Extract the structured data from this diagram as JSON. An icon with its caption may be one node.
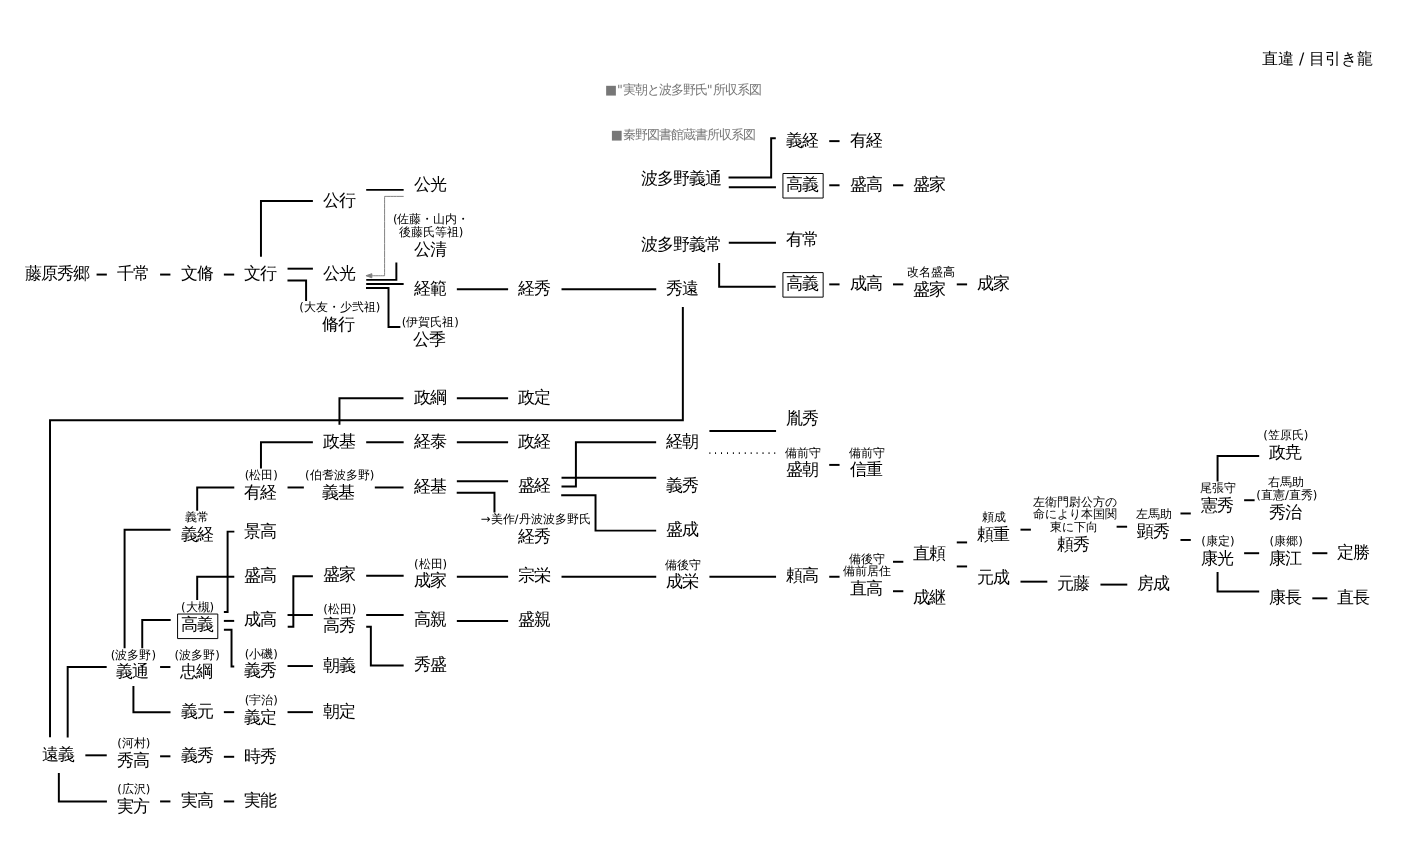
{
  "diagram": {
    "title": "直違 / 目引き龍",
    "nodes": [
      {
        "text": [
          "藤原秀郷"
        ]
      },
      {
        "text": [
          "千常"
        ]
      },
      {
        "text": [
          "文脩"
        ]
      },
      {
        "text": [
          "文行"
        ]
      },
      {
        "text": [
          "公行"
        ]
      },
      {
        "text": [
          "公光"
        ]
      },
      {
        "text": [
          "公光"
        ]
      },
      {
        "text": [
          "脩行"
        ],
        "beside": [
          "(大友・少弐祖)"
        ]
      },
      {
        "text": [
          "公清"
        ],
        "beside": [
          "(佐藤・山内・後藤氏等祖)"
        ]
      },
      {
        "text": [
          "経範"
        ]
      },
      {
        "text": [
          "経秀"
        ]
      },
      {
        "text": [
          "秀遠"
        ]
      },
      {
        "text": [
          "公季"
        ],
        "beside": [
          "(伊賀氏祖)"
        ]
      },
      {
        "text": [
          "遠義"
        ]
      },
      {
        "text": [
          "義通"
        ],
        "beside": [
          "(波多野)"
        ]
      },
      {
        "text": [
          "義経"
        ],
        "beside": [
          "義常"
        ]
      },
      {
        "text": [
          "有経"
        ],
        "beside": [
          "(松田)"
        ]
      },
      {
        "text": [
          "政基"
        ]
      },
      {
        "text": [
          "政綱"
        ]
      },
      {
        "text": [
          "政定"
        ]
      },
      {
        "text": [
          "経泰"
        ]
      },
      {
        "text": [
          "政経"
        ]
      },
      {
        "text": [
          "経朝"
        ]
      },
      {
        "text": [
          "胤秀"
        ]
      },
      {
        "text": [
          "義秀"
        ]
      },
      {
        "text": [
          "盛朝"
        ],
        "beside": [
          "備前守"
        ]
      },
      {
        "text": [
          "信重"
        ],
        "beside": [
          "備前守"
        ]
      },
      {
        "text": [
          "義基"
        ],
        "beside": [
          "(伯耆波多野)"
        ]
      },
      {
        "text": [
          "経基"
        ]
      },
      {
        "text": [
          "盛経"
        ]
      },
      {
        "text": [
          "盛成"
        ]
      },
      {
        "text": [
          "経秀"
        ],
        "beside": [
          "→美作/丹波波多野氏"
        ]
      },
      {
        "text": [
          "高義"
        ],
        "beside": [
          "(大槻)"
        ]
      },
      {
        "text": [
          "景高"
        ]
      },
      {
        "text": [
          "盛高"
        ]
      },
      {
        "text": [
          "成高"
        ]
      },
      {
        "text": [
          "盛家"
        ]
      },
      {
        "text": [
          "高秀"
        ],
        "beside": [
          "(松田)"
        ]
      },
      {
        "text": [
          "宗栄"
        ]
      },
      {
        "text": [
          "成栄"
        ],
        "beside": [
          "備後守"
        ]
      },
      {
        "text": [
          "頼高"
        ]
      },
      {
        "text": [
          "直高"
        ],
        "beside": [
          "備後守",
          "備前居住"
        ]
      },
      {
        "text": [
          "直頼"
        ]
      },
      {
        "text": [
          "成継"
        ]
      },
      {
        "text": [
          "頼重"
        ],
        "beside": [
          "頼成"
        ]
      },
      {
        "text": [
          "頼秀"
        ],
        "beside": [
          "左衛門尉公方の命により本国関東に下向"
        ]
      },
      {
        "text": [
          "元成"
        ]
      },
      {
        "text": [
          "元藤"
        ]
      },
      {
        "text": [
          "房成"
        ]
      },
      {
        "text": [
          "顕秀"
        ],
        "beside": [
          "左馬助"
        ]
      },
      {
        "text": [
          "憲秀"
        ],
        "beside": [
          "尾張守"
        ]
      },
      {
        "text": [
          "政尭"
        ],
        "beside": [
          "(笠原氏)"
        ]
      },
      {
        "text": [
          "秀治"
        ],
        "beside": [
          "右馬助",
          "(直憲/直秀)"
        ]
      },
      {
        "text": [
          "康光"
        ],
        "beside": [
          "(康定)"
        ]
      },
      {
        "text": [
          "康江"
        ],
        "beside": [
          "(康郷)"
        ]
      },
      {
        "text": [
          "定勝"
        ]
      },
      {
        "text": [
          "康長"
        ]
      },
      {
        "text": [
          "直長"
        ]
      },
      {
        "text": [
          "忠綱"
        ],
        "beside": [
          "(波多野)"
        ]
      },
      {
        "text": [
          "成家"
        ],
        "beside": [
          "(松田)"
        ]
      },
      {
        "text": [
          "高親"
        ]
      },
      {
        "text": [
          "盛親"
        ]
      },
      {
        "text": [
          "秀盛"
        ]
      },
      {
        "text": [
          "義秀"
        ],
        "beside": [
          "(小磯)"
        ]
      },
      {
        "text": [
          "朝義"
        ]
      },
      {
        "text": [
          "義元"
        ]
      },
      {
        "text": [
          "義定"
        ],
        "beside": [
          "(宇治)"
        ]
      },
      {
        "text": [
          "朝定"
        ]
      },
      {
        "text": [
          "秀高"
        ],
        "beside": [
          "(河村)"
        ]
      },
      {
        "text": [
          "義秀"
        ]
      },
      {
        "text": [
          "時秀"
        ]
      },
      {
        "text": [
          "実方"
        ],
        "beside": [
          "(広沢)"
        ]
      },
      {
        "text": [
          "実高"
        ]
      },
      {
        "text": [
          "実能"
        ]
      },
      {
        "text": [
          "波多野義常"
        ]
      },
      {
        "text": [
          "有常"
        ]
      },
      {
        "text": [
          "高義"
        ]
      },
      {
        "text": [
          "成高"
        ]
      },
      {
        "text": [
          "盛家"
        ],
        "beside": [
          "改名盛高"
        ]
      },
      {
        "text": [
          "成家"
        ]
      },
      {
        "text": [
          "波多野義通"
        ]
      },
      {
        "text": [
          "義経"
        ]
      },
      {
        "text": [
          "有経"
        ]
      },
      {
        "text": [
          "高義"
        ]
      },
      {
        "text": [
          "盛高"
        ]
      },
      {
        "text": [
          "盛家"
        ]
      }
    ],
    "edges": [
      {
        "from": 0,
        "to": 1,
        "arrow": "none"
      },
      {
        "from": 1,
        "to": 2,
        "arrow": "none"
      },
      {
        "from": 2,
        "to": 3,
        "arrow": "none"
      },
      {
        "from": 3,
        "to": 4,
        "arrow": "none"
      },
      {
        "from": 3,
        "to": 6,
        "arrow": "none"
      },
      {
        "from": 3,
        "to": 7,
        "arrow": "none"
      },
      {
        "from": 4,
        "to": 5,
        "arrow": "none"
      },
      {
        "from": 5,
        "to": 6,
        "arrow": "to",
        "color": "#808080"
      },
      {
        "from": 6,
        "to": 8,
        "arrow": "none"
      },
      {
        "from": 6,
        "to": 9,
        "arrow": "none"
      },
      {
        "from": 6,
        "to": 12,
        "arrow": "none"
      },
      {
        "from": 9,
        "to": 10,
        "arrow": "none"
      },
      {
        "from": 10,
        "to": 11,
        "arrow": "none"
      },
      {
        "from": 11,
        "to": 13,
        "arrow": "none"
      },
      {
        "from": 13,
        "to": 14,
        "arrow": "none"
      },
      {
        "from": 13,
        "to": 68,
        "arrow": "none"
      },
      {
        "from": 13,
        "to": 71,
        "arrow": "none"
      },
      {
        "from": 14,
        "to": 15,
        "arrow": "none"
      },
      {
        "from": 14,
        "to": 32,
        "arrow": "none"
      },
      {
        "from": 14,
        "to": 58,
        "arrow": "none"
      },
      {
        "from": 14,
        "to": 65,
        "arrow": "none"
      },
      {
        "from": 15,
        "to": 16,
        "arrow": "none"
      },
      {
        "from": 16,
        "to": 17,
        "arrow": "none"
      },
      {
        "from": 16,
        "to": 27,
        "arrow": "none"
      },
      {
        "from": 17,
        "to": 18,
        "arrow": "none"
      },
      {
        "from": 17,
        "to": 20,
        "arrow": "none"
      },
      {
        "from": 18,
        "to": 19,
        "arrow": "none"
      },
      {
        "from": 20,
        "to": 21,
        "arrow": "none"
      },
      {
        "from": 27,
        "to": 28,
        "arrow": "none"
      },
      {
        "from": 28,
        "to": 29,
        "arrow": "none"
      },
      {
        "from": 28,
        "to": 31,
        "arrow": "none"
      },
      {
        "from": 29,
        "to": 22,
        "arrow": "none"
      },
      {
        "from": 29,
        "to": 24,
        "arrow": "none"
      },
      {
        "from": 29,
        "to": 30,
        "arrow": "none"
      },
      {
        "from": 22,
        "to": 23,
        "arrow": "none"
      },
      {
        "from": 22,
        "to": 25,
        "arrow": "none",
        "style": "dashed"
      },
      {
        "from": 25,
        "to": 26,
        "arrow": "none"
      },
      {
        "from": 32,
        "to": 33,
        "arrow": "none"
      },
      {
        "from": 32,
        "to": 34,
        "arrow": "none"
      },
      {
        "from": 32,
        "to": 35,
        "arrow": "none"
      },
      {
        "from": 32,
        "to": 63,
        "arrow": "none"
      },
      {
        "from": 35,
        "to": 36,
        "arrow": "none"
      },
      {
        "from": 35,
        "to": 37,
        "arrow": "none"
      },
      {
        "from": 36,
        "to": 59,
        "arrow": "none"
      },
      {
        "from": 59,
        "to": 38,
        "arrow": "none"
      },
      {
        "from": 38,
        "to": 39,
        "arrow": "none"
      },
      {
        "from": 39,
        "to": 40,
        "arrow": "none"
      },
      {
        "from": 40,
        "to": 41,
        "arrow": "none"
      },
      {
        "from": 41,
        "to": 42,
        "arrow": "none"
      },
      {
        "from": 41,
        "to": 43,
        "arrow": "none"
      },
      {
        "from": 42,
        "to": 44,
        "arrow": "none"
      },
      {
        "from": 42,
        "to": 46,
        "arrow": "none"
      },
      {
        "from": 44,
        "to": 45,
        "arrow": "none"
      },
      {
        "from": 45,
        "to": 49,
        "arrow": "none"
      },
      {
        "from": 46,
        "to": 47,
        "arrow": "none"
      },
      {
        "from": 47,
        "to": 48,
        "arrow": "none"
      },
      {
        "from": 49,
        "to": 50,
        "arrow": "none"
      },
      {
        "from": 49,
        "to": 53,
        "arrow": "none"
      },
      {
        "from": 50,
        "to": 51,
        "arrow": "none"
      },
      {
        "from": 50,
        "to": 52,
        "arrow": "none"
      },
      {
        "from": 53,
        "to": 54,
        "arrow": "none"
      },
      {
        "from": 53,
        "to": 56,
        "arrow": "none"
      },
      {
        "from": 54,
        "to": 55,
        "arrow": "none"
      },
      {
        "from": 56,
        "to": 57,
        "arrow": "none"
      },
      {
        "from": 37,
        "to": 60,
        "arrow": "none"
      },
      {
        "from": 37,
        "to": 62,
        "arrow": "none"
      },
      {
        "from": 60,
        "to": 61,
        "arrow": "none"
      },
      {
        "from": 63,
        "to": 64,
        "arrow": "none"
      },
      {
        "from": 65,
        "to": 66,
        "arrow": "none"
      },
      {
        "from": 66,
        "to": 67,
        "arrow": "none"
      },
      {
        "from": 68,
        "to": 69,
        "arrow": "none"
      },
      {
        "from": 69,
        "to": 70,
        "arrow": "none"
      },
      {
        "from": 71,
        "to": 72,
        "arrow": "none"
      },
      {
        "from": 72,
        "to": 73,
        "arrow": "none"
      },
      {
        "from": 74,
        "to": 75,
        "arrow": "none"
      },
      {
        "from": 74,
        "to": 76,
        "arrow": "none"
      },
      {
        "from": 76,
        "to": 77,
        "arrow": "none"
      },
      {
        "from": 77,
        "to": 78,
        "arrow": "none"
      },
      {
        "from": 78,
        "to": 79,
        "arrow": "none"
      },
      {
        "from": 80,
        "to": 81,
        "arrow": "none"
      },
      {
        "from": 80,
        "to": 83,
        "arrow": "none"
      },
      {
        "from": 81,
        "to": 82,
        "arrow": "none"
      },
      {
        "from": 83,
        "to": 84,
        "arrow": "none"
      },
      {
        "from": 84,
        "to": 85,
        "arrow": "none"
      }
    ],
    "labels": [
      "■秦野図書館蔵書所収系図",
      "■\"実朝と波多野氏\"所収系図"
    ]
  }
}
